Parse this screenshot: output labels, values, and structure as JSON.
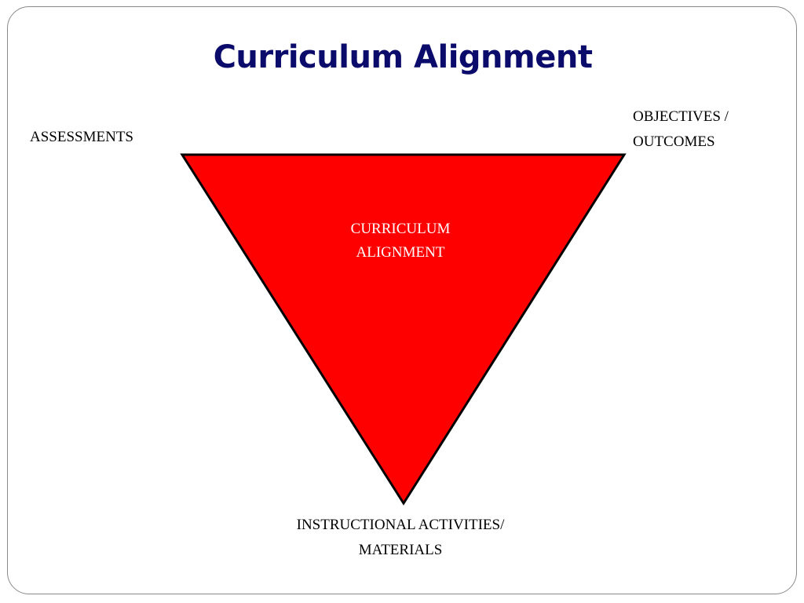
{
  "slide": {
    "title": "Curriculum Alignment"
  },
  "diagram": {
    "fill_color": "#ff0000",
    "stroke_color": "#000000",
    "center_label": [
      "CURRICULUM",
      "ALIGNMENT"
    ],
    "corner_top_left": [
      "ASSESSMENTS"
    ],
    "corner_top_right": [
      "OBJECTIVES /",
      "OUTCOMES"
    ],
    "corner_bottom": [
      "INSTRUCTIONAL ACTIVITIES/",
      "MATERIALS"
    ]
  }
}
